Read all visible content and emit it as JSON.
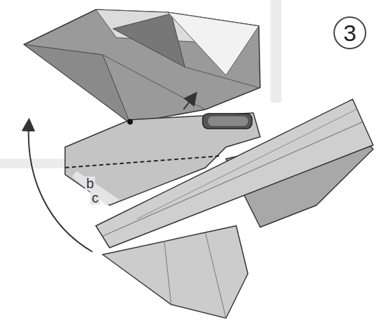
{
  "diagram": {
    "nodes": [
      {
        "text": [
          "3"
        ]
      }
    ],
    "labels": [
      "b",
      "c"
    ]
  }
}
